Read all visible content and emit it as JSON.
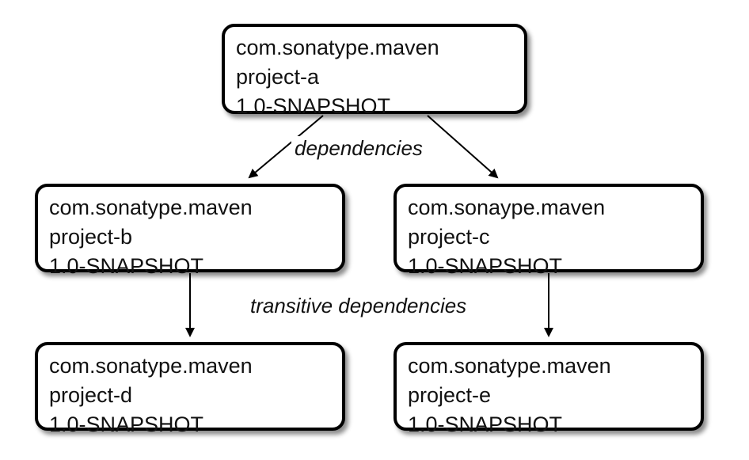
{
  "nodes": {
    "a": {
      "group": "com.sonatype.maven",
      "artifact": "project-a",
      "version": "1.0-SNAPSHOT"
    },
    "b": {
      "group": "com.sonatype.maven",
      "artifact": "project-b",
      "version": "1.0-SNAPSHOT"
    },
    "c": {
      "group": "com.sonaype.maven",
      "artifact": "project-c",
      "version": "1.0-SNAPSHOT"
    },
    "d": {
      "group": "com.sonatype.maven",
      "artifact": "project-d",
      "version": "1.0-SNAPSHOT"
    },
    "e": {
      "group": "com.sonatype.maven",
      "artifact": "project-e",
      "version": "1.0-SNAPSHOT"
    }
  },
  "labels": {
    "dependencies": "dependencies",
    "transitive": "transitive dependencies"
  },
  "colors": {
    "stroke": "#000000",
    "background": "#ffffff"
  }
}
